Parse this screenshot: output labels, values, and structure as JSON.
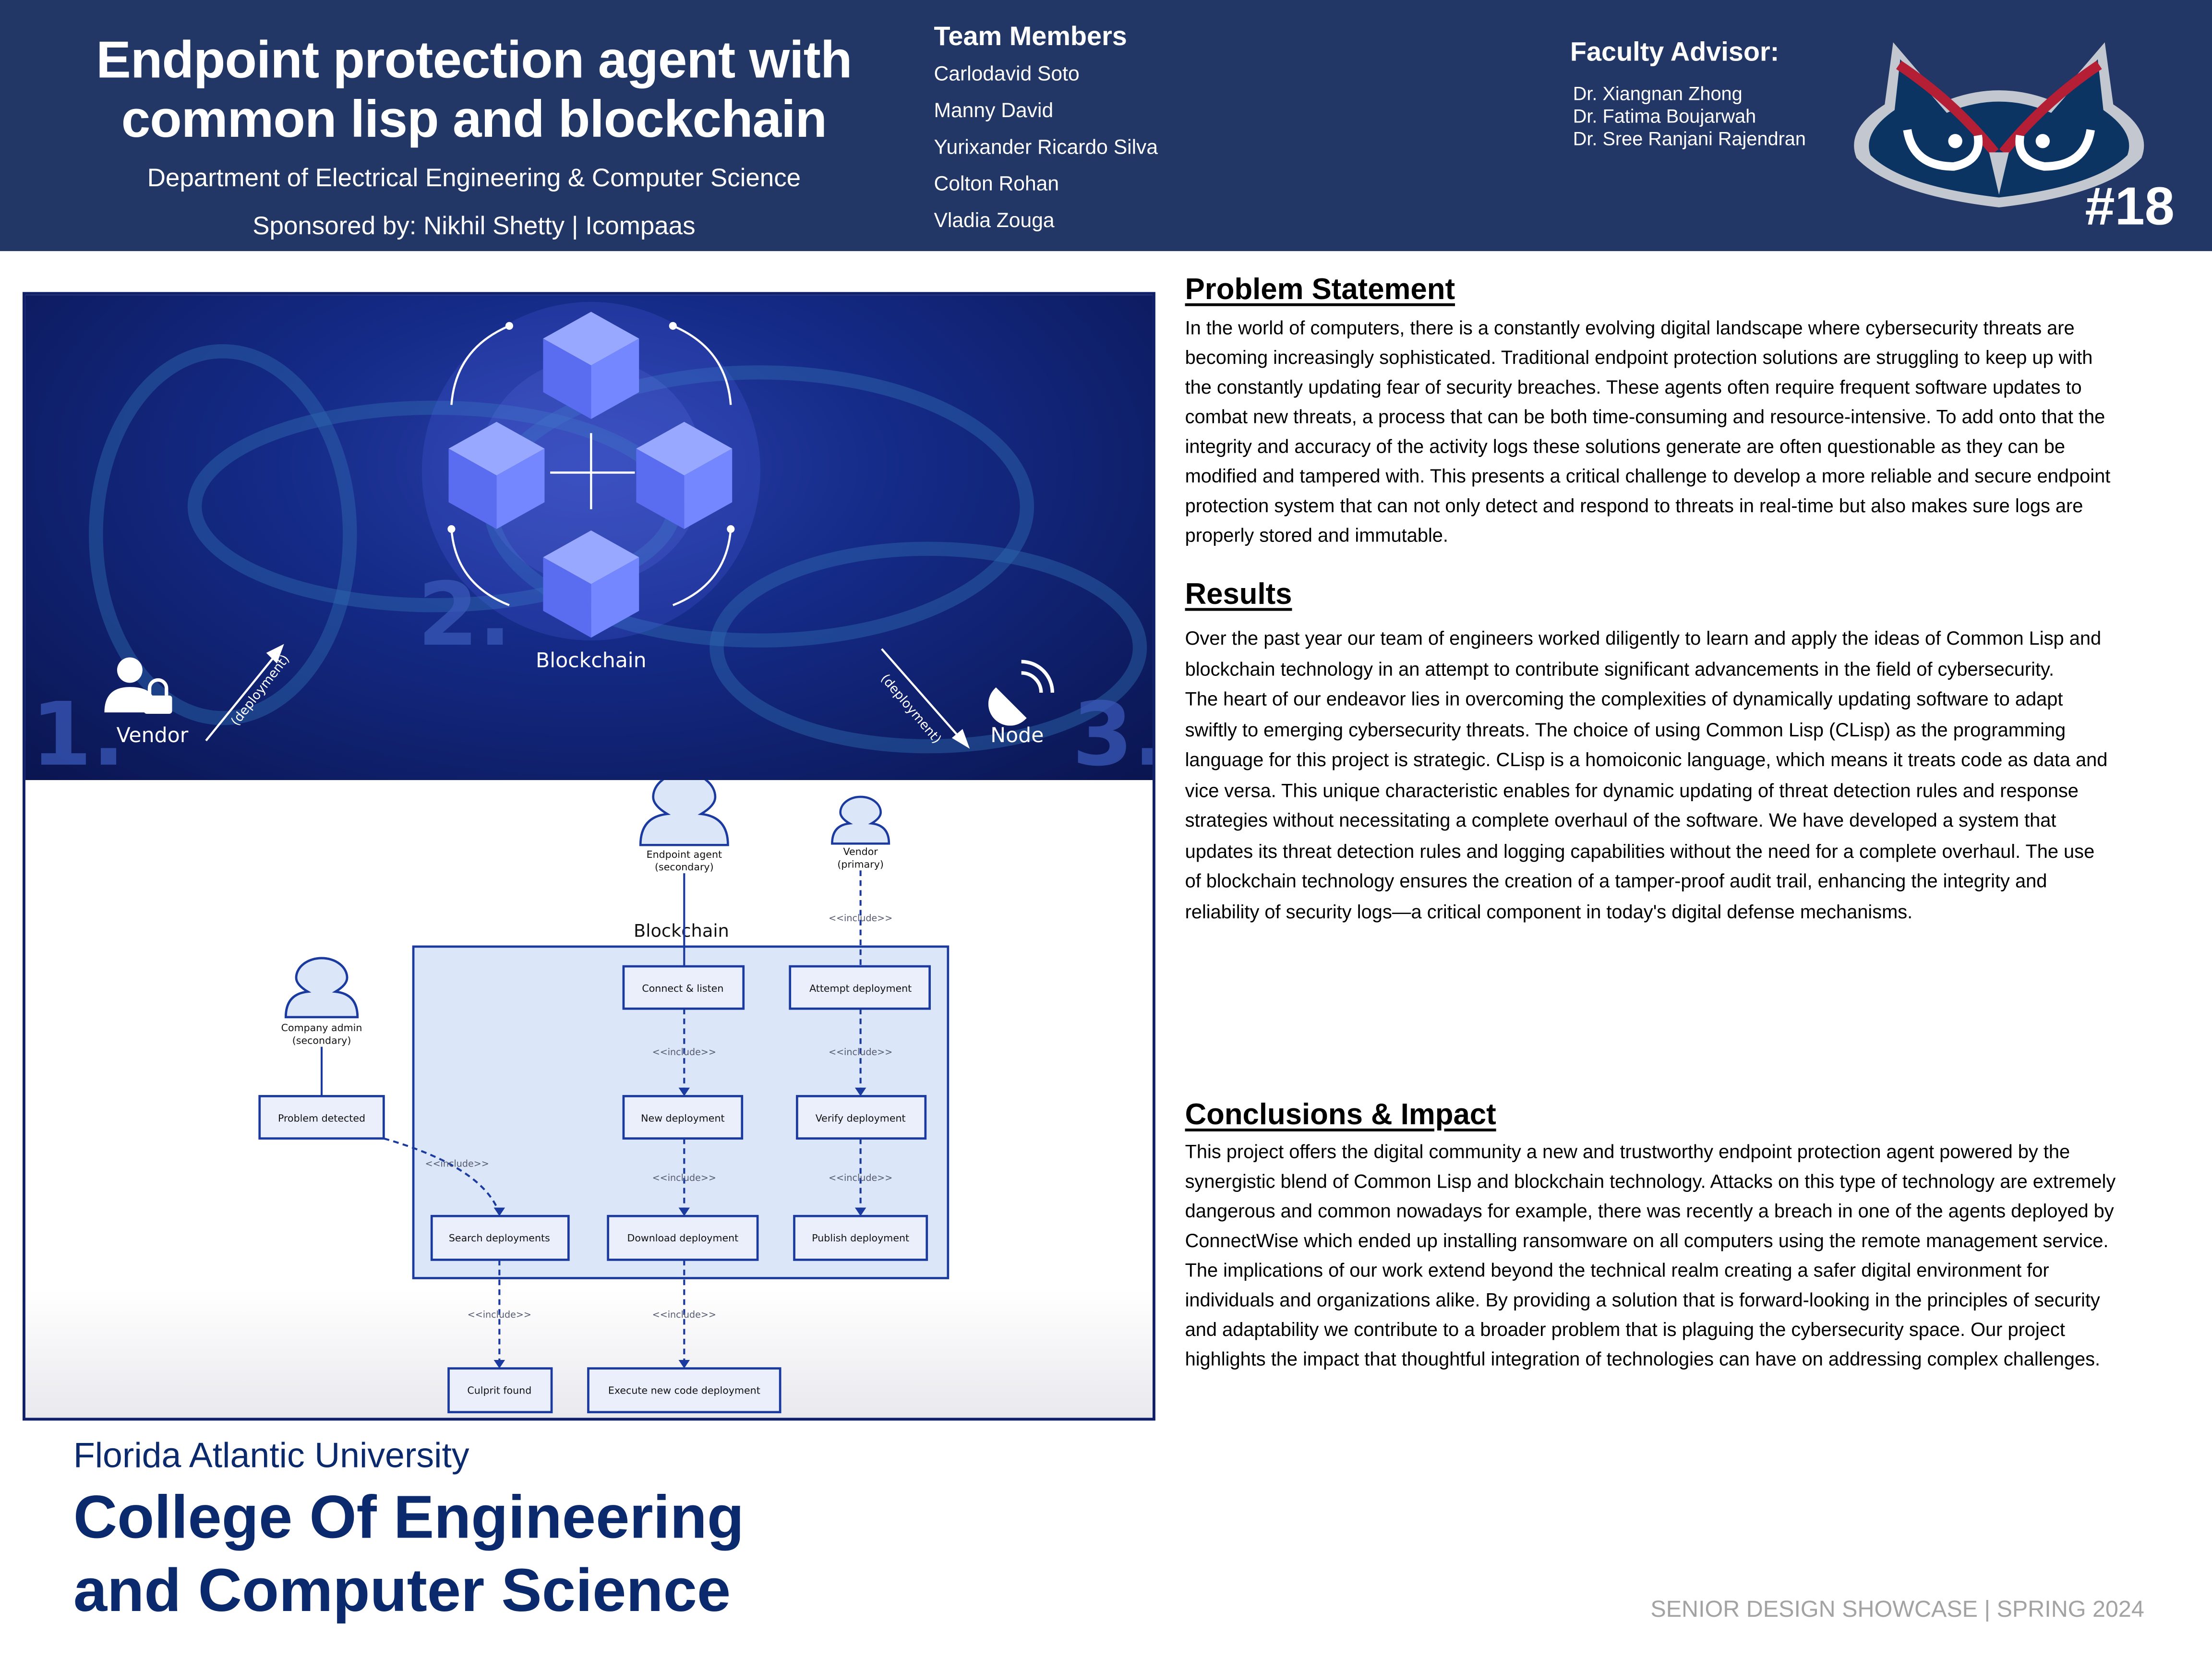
{
  "header": {
    "title_lines": [
      "Endpoint protection agent with",
      "common lisp and blockchain"
    ],
    "department": "Department of Electrical Engineering & Computer Science",
    "sponsor": "Sponsored by: Nikhil Shetty | Icompaas",
    "team_heading": "Team Members",
    "team_members": [
      "Carlodavid Soto",
      "Manny David",
      "Yurixander Ricardo Silva",
      "Colton Rohan",
      "Vladia Zouga"
    ],
    "advisor_heading": "Faculty Advisor:",
    "advisors": [
      "Dr. Xiangnan Zhong",
      "Dr. Fatima Boujarwah",
      "Dr. Sree Ranjani Rajendran"
    ],
    "project_number": "#18",
    "logo_icon": "fau-owl-logo"
  },
  "figure": {
    "top": {
      "blockchain_label": "Blockchain",
      "vendor_label": "Vendor",
      "node_label": "Node",
      "step1": "1.",
      "step2": "2.",
      "step3": "3.",
      "arrow_left_label": "(deployment)",
      "arrow_right_label": "(deployment)"
    },
    "diagram": {
      "system_label": "Blockchain",
      "actors": {
        "endpoint_agent": [
          "Endpoint agent",
          "(secondary)"
        ],
        "vendor": [
          "Vendor",
          "(primary)"
        ],
        "company_admin": [
          "Company admin",
          "(secondary)"
        ]
      },
      "use_cases": {
        "connect": "Connect & listen",
        "attempt": "Attempt deployment",
        "new": "New deployment",
        "verify": "Verify deployment",
        "problem": "Problem detected",
        "search": "Search deployments",
        "download": "Download deployment",
        "publish": "Publish deployment",
        "culprit": "Culprit found",
        "execute": "Execute new code deployment"
      },
      "include_label": "<<include>>"
    }
  },
  "sections": {
    "problem": {
      "heading": "Problem Statement",
      "lines": [
        "In the world of computers, there is a constantly evolving digital landscape where cybersecurity threats are",
        "becoming increasingly sophisticated. Traditional endpoint protection solutions are struggling to keep up with",
        "the constantly updating fear of security breaches. These agents often require frequent software updates to",
        "combat new threats, a process that can be both time-consuming and resource-intensive. To add onto that the",
        "integrity and accuracy of the activity logs these solutions generate are often questionable as they can be",
        "modified and tampered with. This presents a critical challenge to develop a more reliable and secure endpoint",
        "protection system that can not only detect and respond to threats in real-time but also makes sure logs are",
        "properly stored and immutable."
      ]
    },
    "results": {
      "heading": "Results",
      "lines": [
        "Over the past year our team of engineers worked diligently to learn and apply the ideas of Common Lisp and",
        "blockchain technology in an attempt to contribute significant advancements in the field of cybersecurity.",
        "The heart of our endeavor lies in overcoming the complexities of dynamically updating software to adapt",
        "swiftly to emerging cybersecurity threats. The choice of using Common Lisp (CLisp) as the programming",
        "language for this project is strategic. CLisp is a homoiconic language, which means it treats code as data and",
        "vice versa. This unique characteristic enables for dynamic updating of threat detection rules and response",
        "strategies without necessitating a complete overhaul of the software.  We have developed a system that",
        "updates its threat detection rules and logging capabilities without the need for a complete overhaul. The use",
        "of blockchain technology ensures the creation of a tamper-proof audit trail, enhancing the integrity and",
        "reliability of security logs—a critical component in today's digital defense mechanisms."
      ]
    },
    "conclusions": {
      "heading": "Conclusions & Impact",
      "lines": [
        "This project offers the digital community a new and trustworthy endpoint protection agent powered by the",
        "synergistic blend of Common Lisp and blockchain technology. Attacks on this type of technology are extremely",
        "dangerous and common nowadays for example, there was recently a breach in one of the agents deployed by",
        "ConnectWise which ended up installing ransomware on all computers using the remote management service.",
        "The implications of our work extend beyond the technical realm creating a safer digital environment for",
        "individuals and organizations alike. By providing a solution that is forward-looking in the principles of security",
        "and adaptability we contribute to a broader problem that is plaguing the cybersecurity space. Our project",
        "highlights the impact that thoughtful integration of technologies can have on addressing complex challenges."
      ]
    }
  },
  "footer": {
    "university": "Florida Atlantic University",
    "college_lines": [
      "College Of Engineering",
      "and Computer Science"
    ],
    "showcase": "SENIOR DESIGN SHOWCASE | SPRING 2024"
  },
  "colors": {
    "header_bg": "#223765",
    "fau_blue": "#0b2a6e",
    "owl_red": "#b51f36",
    "diagram_stroke": "#1a3aa0"
  }
}
